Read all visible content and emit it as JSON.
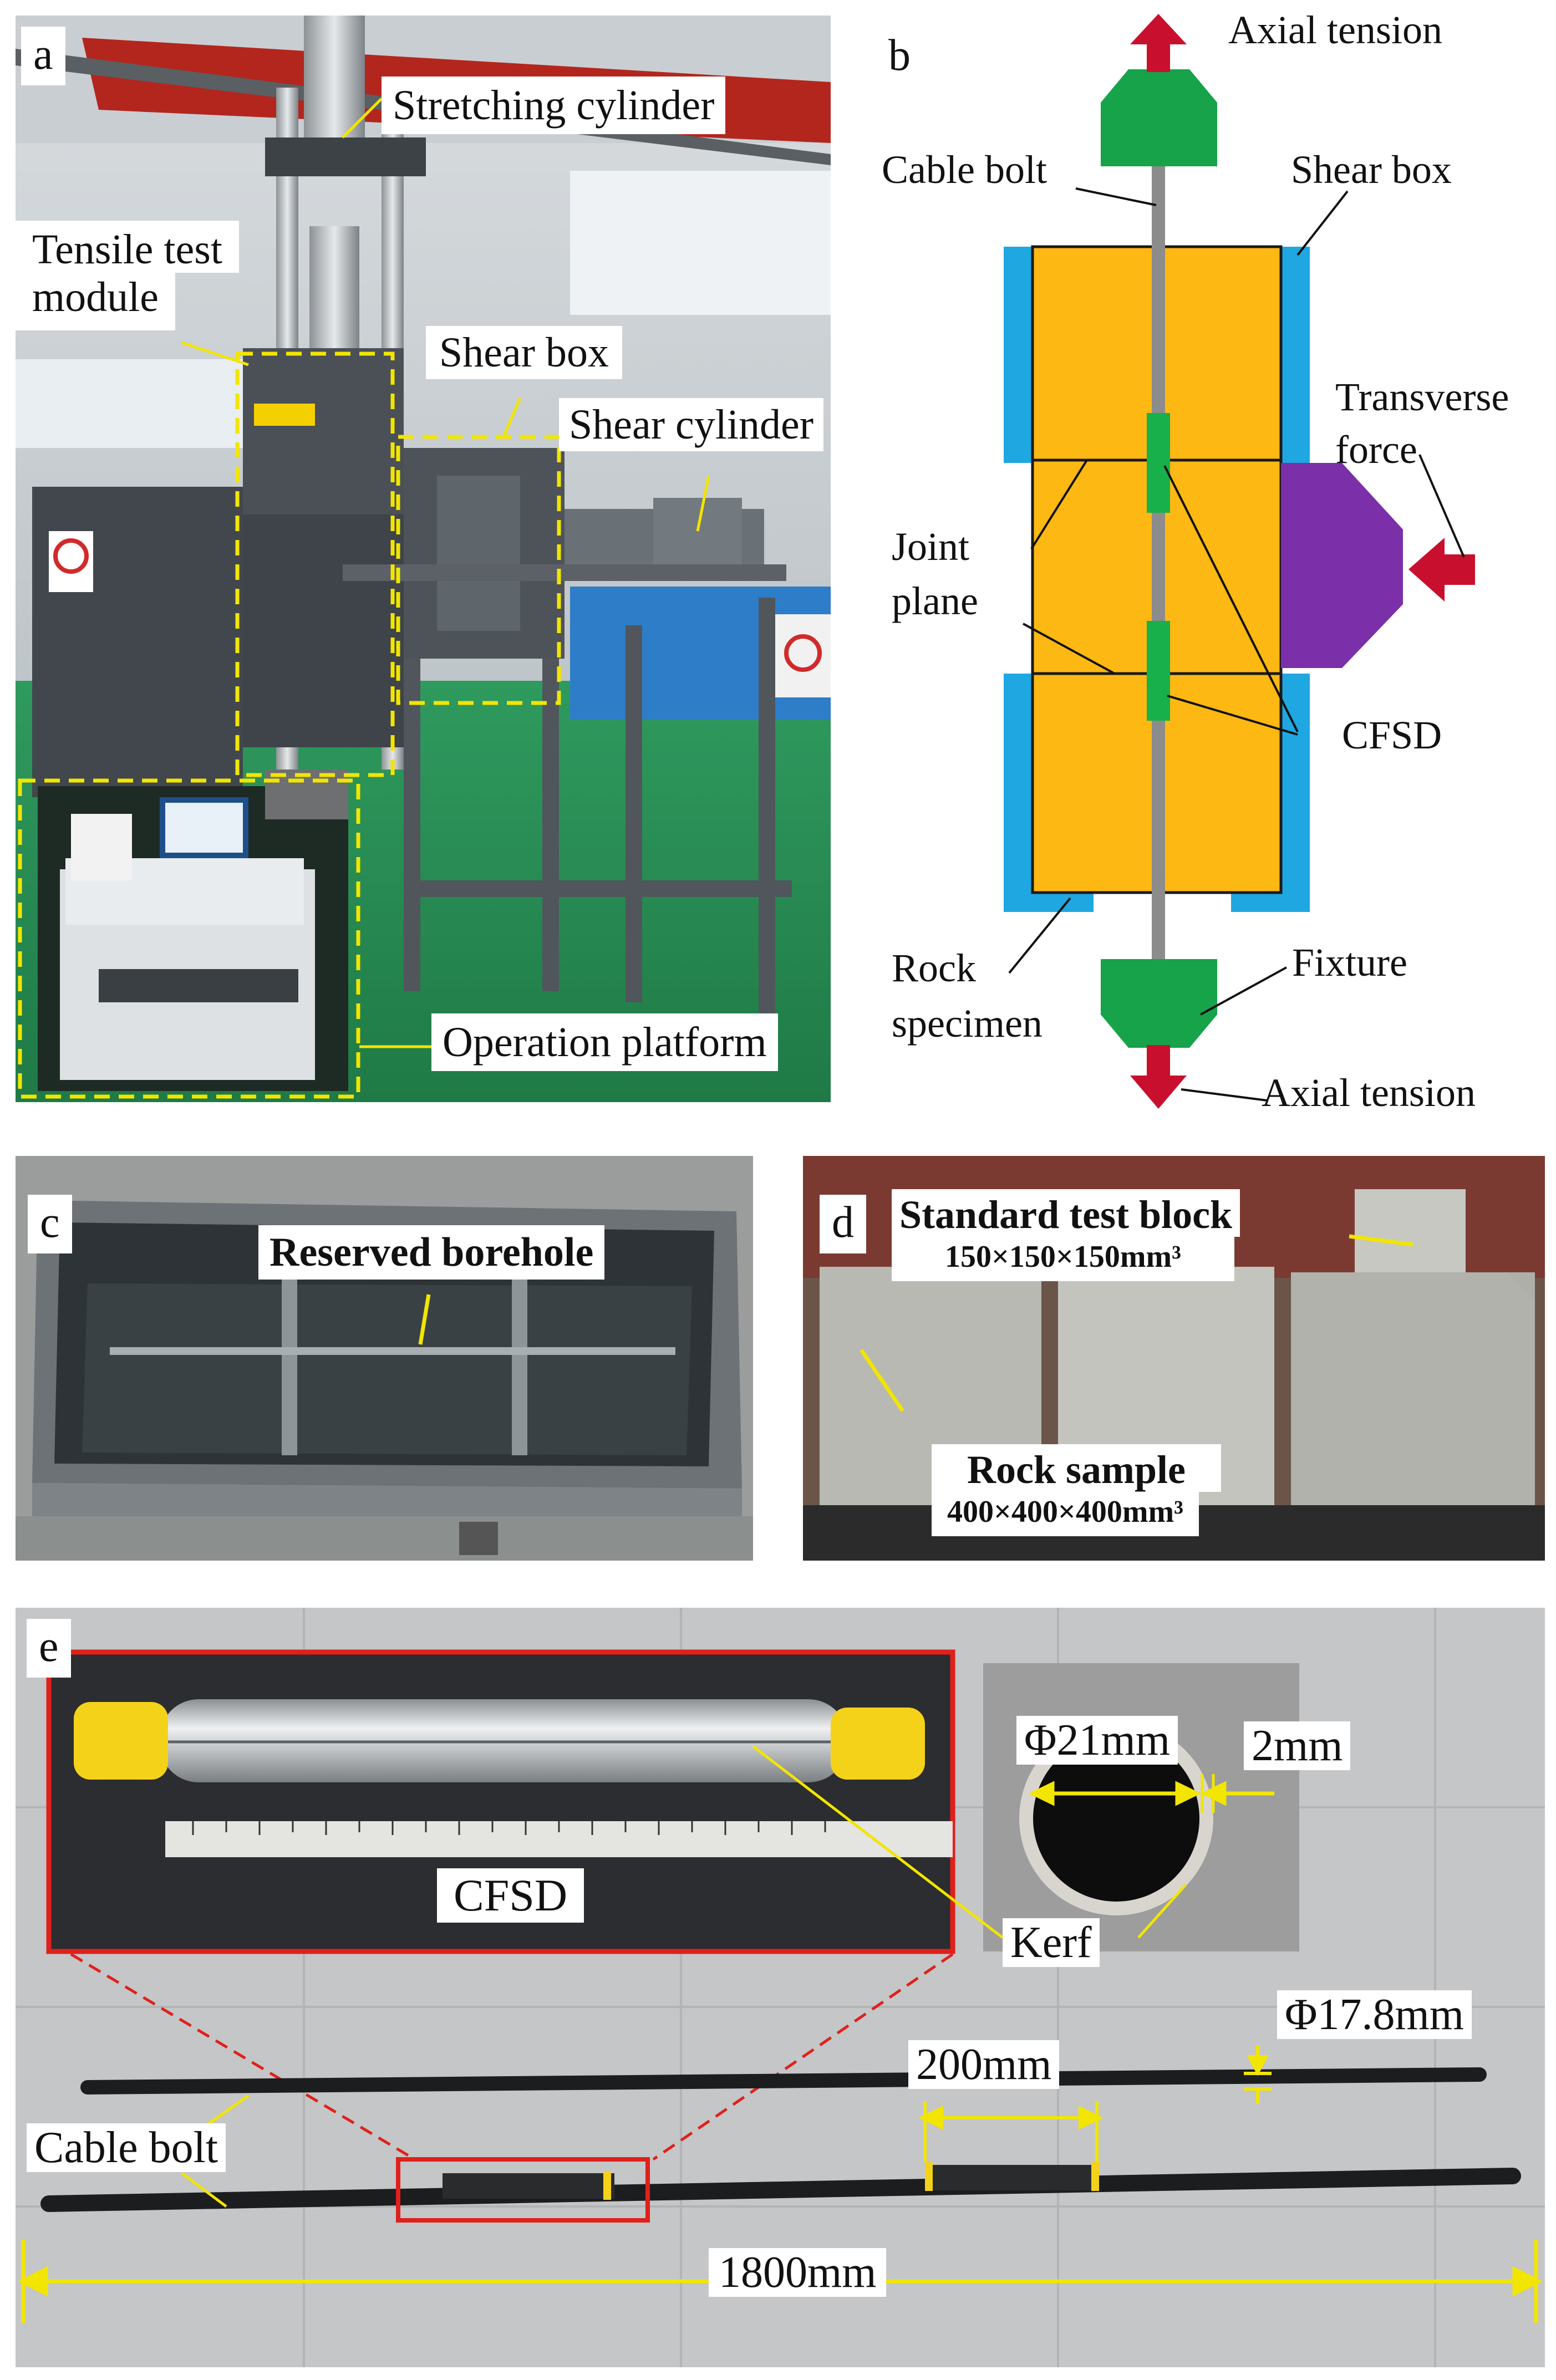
{
  "panels": {
    "a": {
      "letter": "a",
      "stretching_cylinder": "Stretching cylinder",
      "tensile_test_module_line1": "Tensile test",
      "tensile_test_module_line2": "module",
      "shear_box": "Shear  box",
      "shear_cylinder": "Shear cylinder",
      "operation_platform": "Operation platform"
    },
    "b": {
      "letter": "b",
      "axial_tension_top": "Axial tension",
      "cable_bolt": "Cable bolt",
      "shear_box": "Shear box",
      "transverse_force_line1": "Transverse",
      "transverse_force_line2": "force",
      "joint_plane_line1": "Joint",
      "joint_plane_line2": "plane",
      "cfsd": "CFSD",
      "rock_specimen_line1": "Rock",
      "rock_specimen_line2": "specimen",
      "fixture": "Fixture",
      "axial_tension_bottom": "Axial tension"
    },
    "c": {
      "letter": "c",
      "reserved_borehole": "Reserved borehole"
    },
    "d": {
      "letter": "d",
      "standard_test_block": "Standard test block",
      "standard_test_block_size": "150×150×150mm³",
      "rock_sample": "Rock sample",
      "rock_sample_size": "400×400×400mm³"
    },
    "e": {
      "letter": "e",
      "cfsd": "CFSD",
      "kerf": "Kerf",
      "inner_diameter": "Φ21mm",
      "wall_thickness": "2mm",
      "cable_diameter": "Φ17.8mm",
      "cfsd_length": "200mm",
      "cable_bolt": "Cable bolt",
      "total_length": "1800mm"
    }
  },
  "colors": {
    "rock": "#FDB813",
    "shear_box": "#1EA7E1",
    "fixture": "#16A34A",
    "cfsd": "#18B04A",
    "cable": "#8C8C8C",
    "transverse_block": "#7B2FA8",
    "arrow": "#C8102E",
    "annotation_yellow": "#F2E500",
    "highlight_red": "#E0201B"
  }
}
